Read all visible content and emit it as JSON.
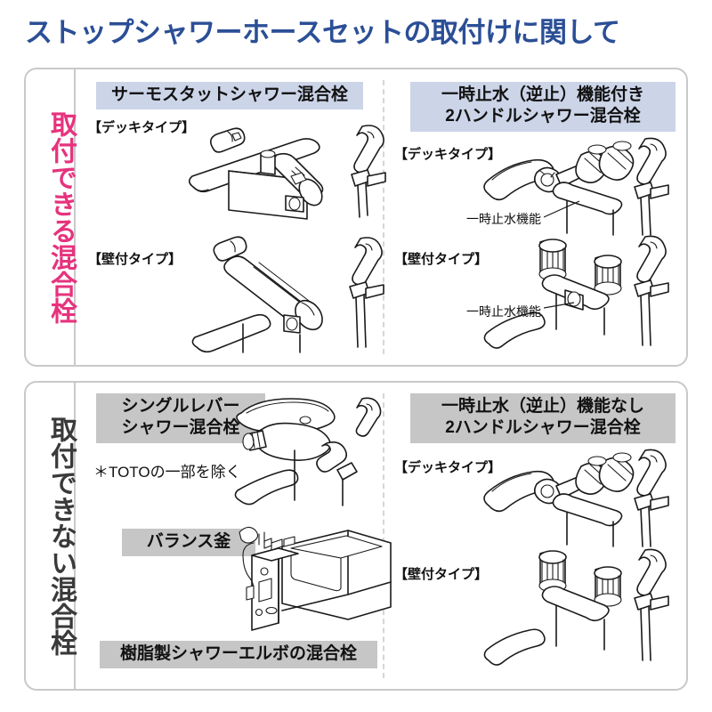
{
  "page": {
    "title": "ストップシャワーホースセットの取付けに関して",
    "title_color": "#2b4f96"
  },
  "sections": [
    {
      "id": "installable",
      "side_label": "取付できる混合栓",
      "side_label_color": "#e6337e",
      "columns": [
        {
          "id": "thermostat",
          "heading": "サーモスタットシャワー混合栓",
          "heading_style": "blue",
          "heading_bg": "#ccd4e8",
          "items": [
            {
              "sublabel": "【デッキタイプ】",
              "illustration": "thermostat-deck-faucet"
            },
            {
              "sublabel": "【壁付タイプ】",
              "illustration": "thermostat-wall-faucet"
            }
          ]
        },
        {
          "id": "two-handle-with-stop",
          "heading_line1": "一時止水（逆止）機能付き",
          "heading_line2": "2ハンドルシャワー混合栓",
          "heading_style": "blue",
          "heading_bg": "#ccd4e8",
          "items": [
            {
              "sublabel": "【デッキタイプ】",
              "illustration": "two-handle-deck-faucet",
              "callout": "一時止水機能"
            },
            {
              "sublabel": "【壁付タイプ】",
              "illustration": "two-handle-wall-faucet",
              "callout": "一時止水機能"
            }
          ]
        }
      ]
    },
    {
      "id": "not-installable",
      "side_label": "取付できない混合栓",
      "side_label_color": "#3a3a3a",
      "columns": [
        {
          "id": "single-lever",
          "heading_line1": "シングルレバー",
          "heading_line2": "シャワー混合栓",
          "heading_style": "gray",
          "heading_bg": "#c6c6c6",
          "note": "＊TOTOの一部を除く",
          "items": [
            {
              "heading": "バランス釜",
              "heading_style": "gray",
              "illustration": "balance-boiler-bathtub"
            },
            {
              "heading": "樹脂製シャワーエルボの混合栓",
              "heading_style": "gray",
              "illustration": "resin-shower-elbow"
            }
          ]
        },
        {
          "id": "two-handle-no-stop",
          "heading_line1": "一時止水（逆止）機能なし",
          "heading_line2": "2ハンドルシャワー混合栓",
          "heading_style": "gray",
          "heading_bg": "#c6c6c6",
          "items": [
            {
              "sublabel": "【デッキタイプ】",
              "illustration": "two-handle-deck-faucet-nostop"
            },
            {
              "sublabel": "【壁付タイプ】",
              "illustration": "two-handle-wall-faucet-nostop"
            }
          ]
        }
      ]
    }
  ]
}
